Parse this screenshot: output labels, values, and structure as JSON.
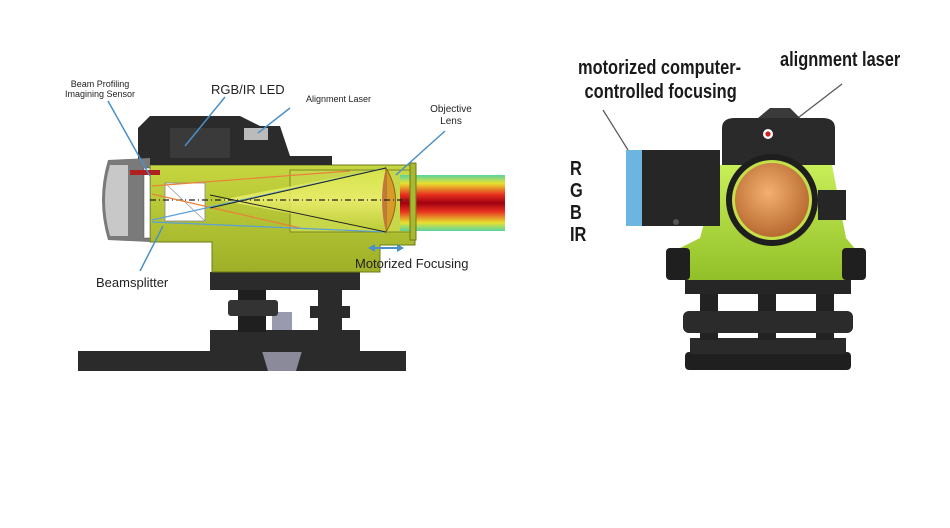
{
  "left_diagram": {
    "labels": {
      "beam_profiling_line1": "Beam Profiling",
      "beam_profiling_line2": "Imagining Sensor",
      "rgb_ir_led": "RGB/IR LED",
      "alignment_laser": "Alignment Laser",
      "objective_line1": "Objective",
      "objective_line2": "Lens",
      "beamsplitter": "Beamsplitter",
      "motorized_focusing": "Motorized Focusing"
    },
    "colors": {
      "body_green": "#b5c832",
      "dark": "#2b2b2b",
      "leader": "#4a90c8",
      "ray_orange": "#e8823a",
      "ray_blue": "#5aa0d8"
    }
  },
  "right_diagram": {
    "labels": {
      "focusing_line1": "motorized computer-",
      "focusing_line2": "controlled focusing",
      "alignment_laser": "alignment laser",
      "channels": [
        "R",
        "G",
        "B",
        "IR"
      ]
    },
    "colors": {
      "body_green": "#a8d63a",
      "lens": "#d98a4a",
      "led_blue": "#6bb6e0",
      "dark": "#2a2a2a"
    }
  }
}
